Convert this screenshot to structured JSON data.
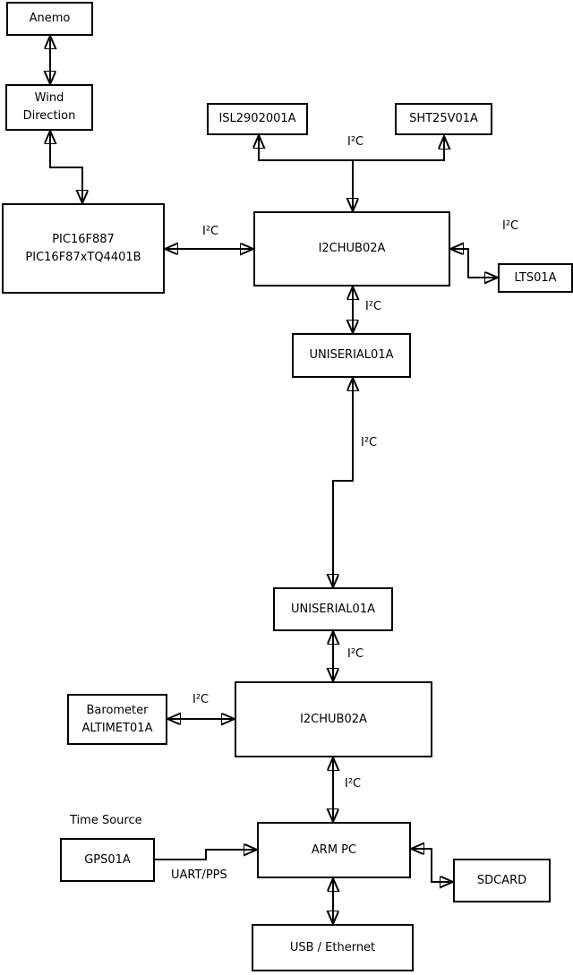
{
  "diagram": {
    "background_color": "#ffffff",
    "line_color": "#000000",
    "nodes": {
      "anemo": {
        "label": "Anemo"
      },
      "wind_direction": {
        "line1": "Wind",
        "line2": "Direction"
      },
      "pic": {
        "line1": "PIC16F887",
        "line2": "PIC16F87xTQ4401B"
      },
      "isl": {
        "label": "ISL2902001A"
      },
      "sht": {
        "label": "SHT25V01A"
      },
      "hub1": {
        "label": "I2CHUB02A"
      },
      "lts": {
        "label": "LTS01A"
      },
      "uniserial1": {
        "label": "UNISERIAL01A"
      },
      "uniserial2": {
        "label": "UNISERIAL01A"
      },
      "hub2": {
        "label": "I2CHUB02A"
      },
      "barometer": {
        "line1": "Barometer",
        "line2": "ALTIMET01A"
      },
      "gps": {
        "label": "GPS01A"
      },
      "arm_pc": {
        "label": "ARM PC"
      },
      "sdcard": {
        "label": "SDCARD"
      },
      "usb_ethernet": {
        "label": "USB / Ethernet"
      }
    },
    "edge_labels": {
      "i2c_top_bus": "I²C",
      "i2c_pic_hub1": "I²C",
      "i2c_hub1_lts": "I²C",
      "i2c_hub1_uniserial1": "I²C",
      "i2c_long_link": "I²C",
      "i2c_uniserial2_hub2": "I²C",
      "i2c_barometer_hub2": "I²C",
      "i2c_hub2_armpc": "I²C",
      "time_source": "Time Source",
      "uart_pps": "UART/PPS"
    }
  }
}
